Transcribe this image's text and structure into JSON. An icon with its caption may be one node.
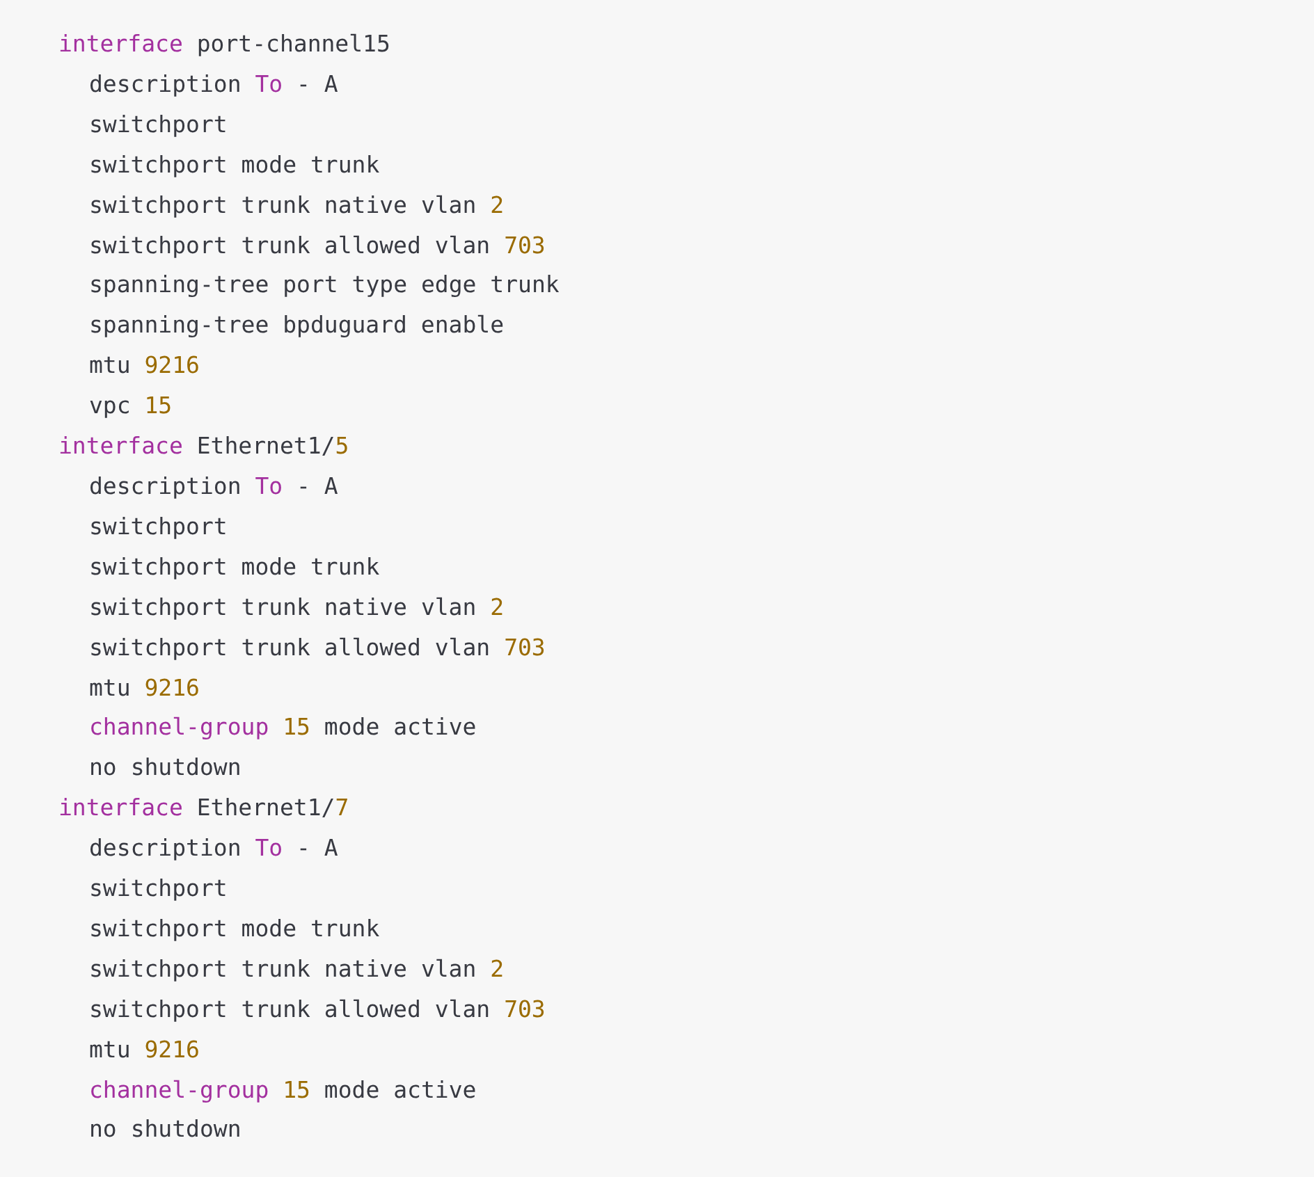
{
  "diagram": {
    "labels": [
      "interface port-channel15",
      "description To - A",
      "switchport",
      "switchport mode trunk",
      "switchport trunk native vlan 2",
      "switchport trunk allowed vlan 703",
      "spanning-tree port type edge trunk",
      "spanning-tree bpduguard enable",
      "mtu 9216",
      "vpc 15",
      "interface Ethernet1/5",
      "description To - A",
      "switchport",
      "switchport mode trunk",
      "switchport trunk native vlan 2",
      "switchport trunk allowed vlan 703",
      "mtu 9216",
      "channel-group 15 mode active",
      "no shutdown",
      "interface Ethernet1/7",
      "description To - A",
      "switchport",
      "switchport mode trunk",
      "switchport trunk native vlan 2",
      "switchport trunk allowed vlan 703",
      "mtu 9216",
      "channel-group 15 mode active",
      "no shutdown"
    ]
  }
}
